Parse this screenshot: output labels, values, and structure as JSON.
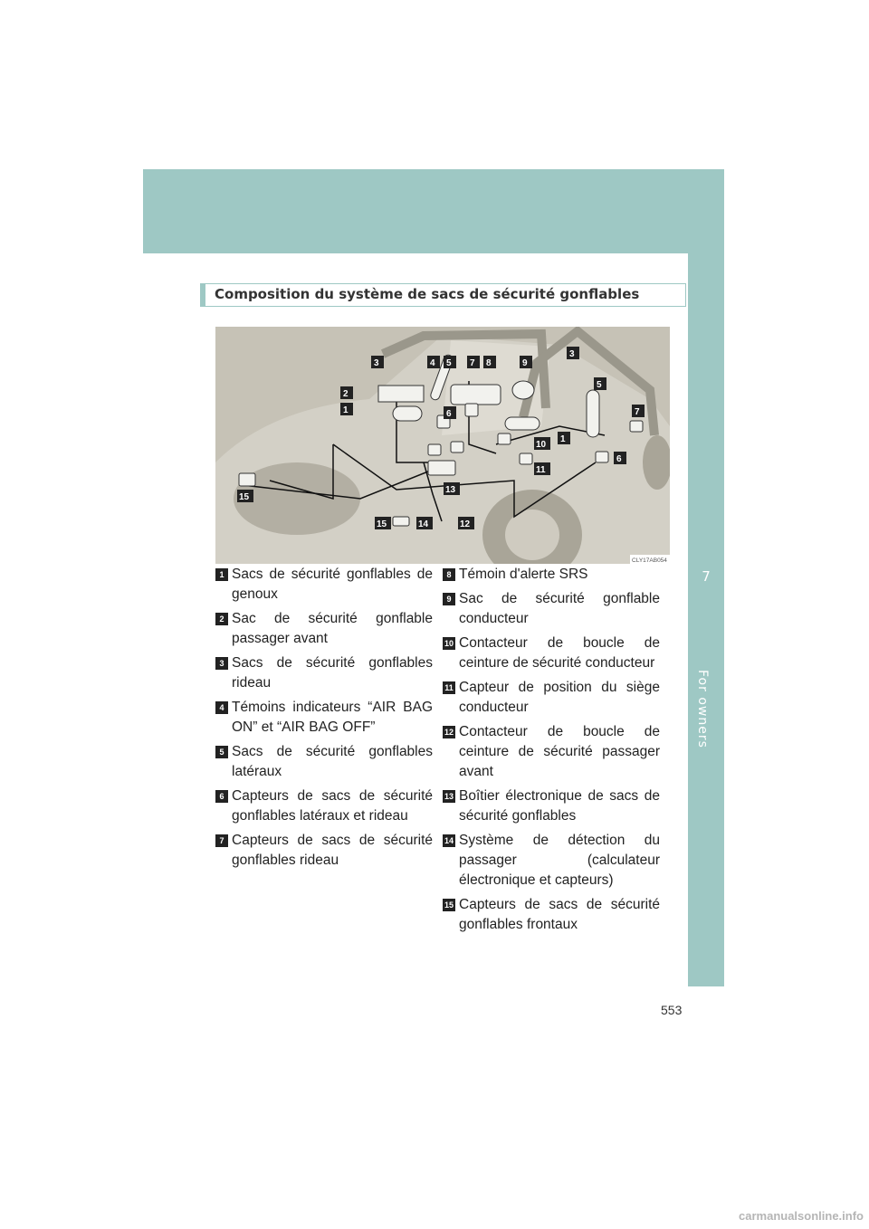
{
  "section": {
    "title": "Composition du système de sacs de sécurité gonflables",
    "tab_number": "7",
    "tab_label": "For owners"
  },
  "figure": {
    "code": "CLY17AB054",
    "callouts": [
      "1",
      "2",
      "3",
      "4",
      "5",
      "6",
      "7",
      "8",
      "9",
      "10",
      "11",
      "12",
      "13",
      "14",
      "15"
    ]
  },
  "items_left": [
    {
      "num": "1",
      "text": "Sacs de sécurité gonflables de genoux"
    },
    {
      "num": "2",
      "text": "Sac de sécurité gonflable passager avant"
    },
    {
      "num": "3",
      "text": "Sacs de sécurité gonflables rideau"
    },
    {
      "num": "4",
      "text": "Témoins indicateurs “AIR BAG ON” et “AIR BAG OFF”"
    },
    {
      "num": "5",
      "text": "Sacs de sécurité gonflables latéraux"
    },
    {
      "num": "6",
      "text": "Capteurs de sacs de sécurité gonflables latéraux et rideau"
    },
    {
      "num": "7",
      "text": "Capteurs de sacs de sécurité gonflables rideau"
    }
  ],
  "items_right": [
    {
      "num": "8",
      "text": "Témoin d'alerte SRS"
    },
    {
      "num": "9",
      "text": "Sac de sécurité gonflable conducteur"
    },
    {
      "num": "10",
      "text": "Contacteur de boucle de ceinture de sécurité conducteur"
    },
    {
      "num": "11",
      "text": "Capteur de position du siège conducteur"
    },
    {
      "num": "12",
      "text": "Contacteur de boucle de ceinture de sécurité passager avant"
    },
    {
      "num": "13",
      "text": "Boîtier électronique de sacs de sécurité gonflables"
    },
    {
      "num": "14",
      "text": "Système de détection du passager (calculateur électronique et capteurs)"
    },
    {
      "num": "15",
      "text": "Capteurs de sacs de sécurité gonflables frontaux"
    }
  ],
  "page_number": "553",
  "watermark": "carmanualsonline.info"
}
